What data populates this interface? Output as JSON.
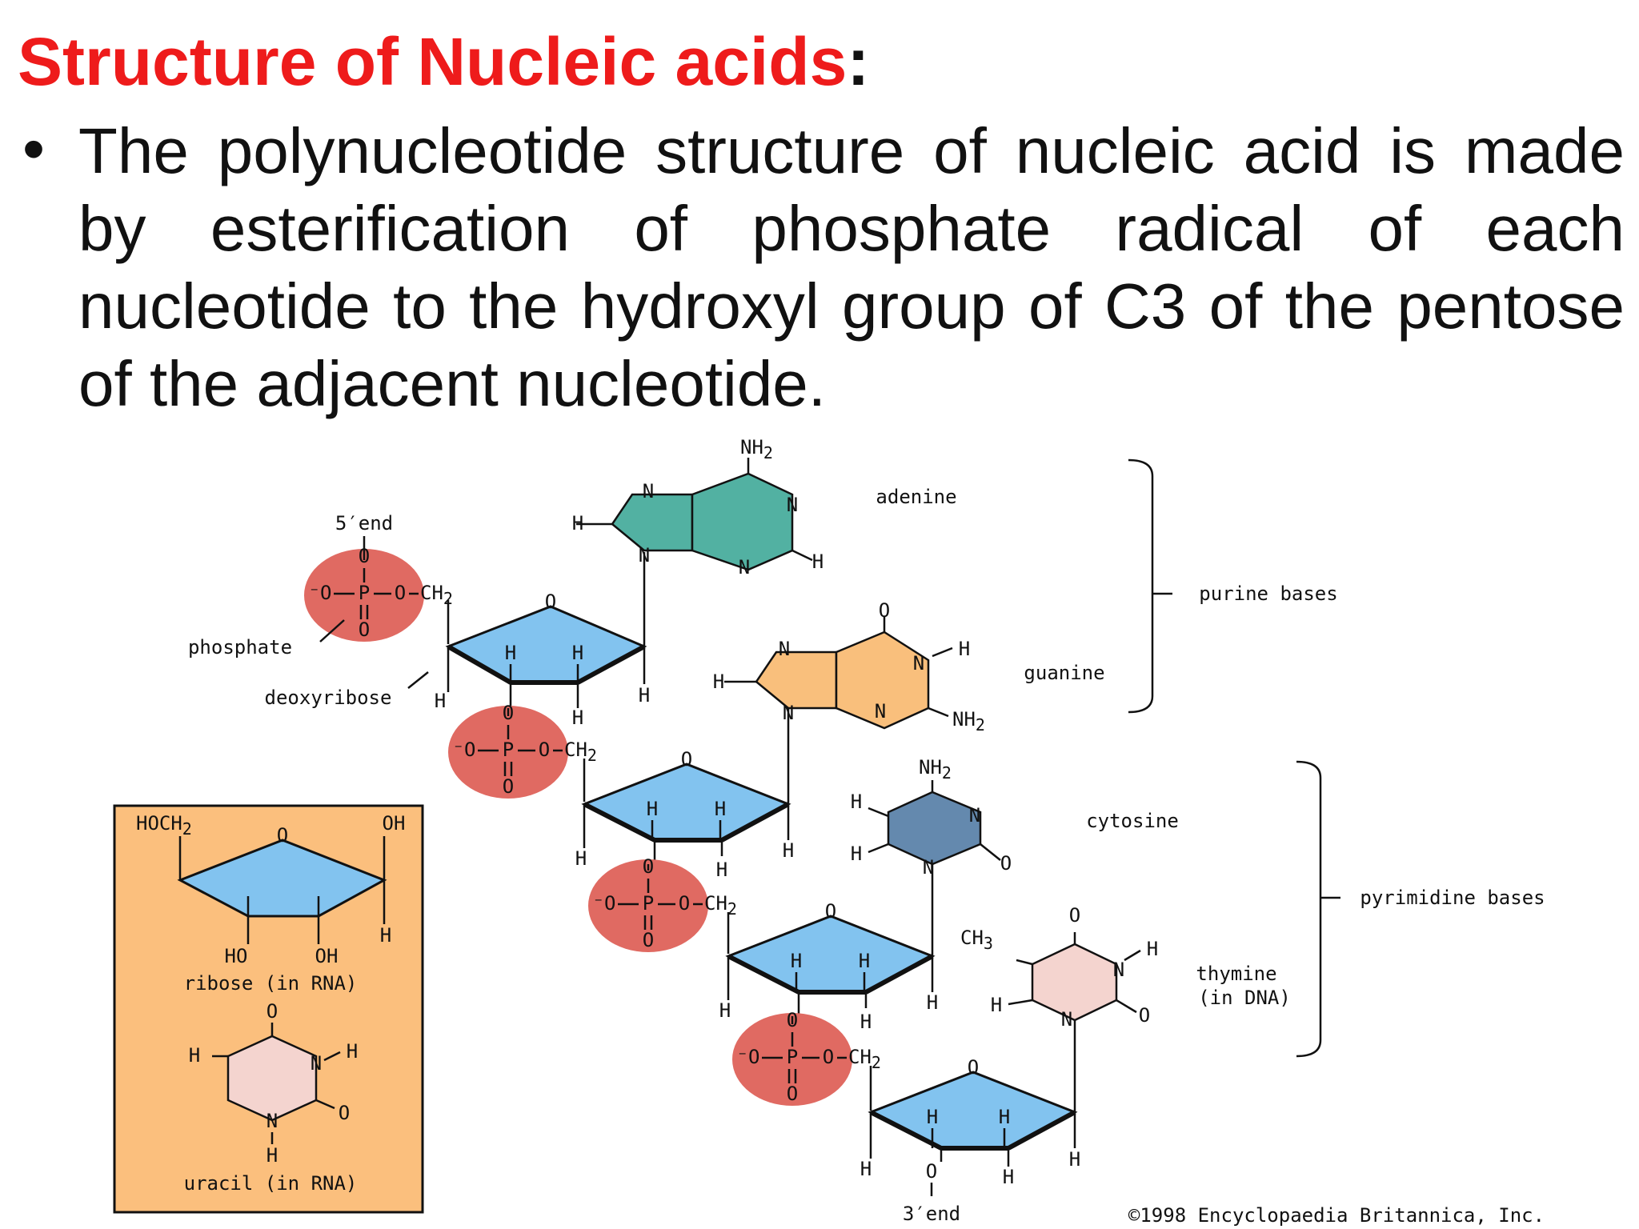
{
  "slide": {
    "title": "Structure of Nucleic acids",
    "title_colon": ":",
    "bullet": "The polynucleotide structure of nucleic acid is made by esterification of phosphate radical of each nucleotide to the hydroxyl group of C3 of the pentose of the adjacent nucleotide."
  },
  "diagram": {
    "labels": {
      "five_end": "5′end",
      "three_end": "3′end",
      "phosphate": "phosphate",
      "deoxyribose": "deoxyribose",
      "adenine": "adenine",
      "guanine": "guanine",
      "cytosine": "cytosine",
      "thymine": "thymine",
      "in_dna": "(in DNA)",
      "purine_bases": "purine bases",
      "pyrimidine_bases": "pyrimidine bases",
      "copyright": "©1998 Encyclopaedia Britannica, Inc."
    },
    "atoms": {
      "O": "O",
      "P": "P",
      "H": "H",
      "N": "N",
      "OH": "OH",
      "HO": "HO",
      "ch2": "CH2",
      "o_minus": "⁻O",
      "nh2": "NH2",
      "ch3": "CH3",
      "hoch2": "HOCH2"
    },
    "inset": {
      "ribose_label": "ribose (in RNA)",
      "uracil_label": "uracil (in RNA)"
    },
    "colors": {
      "phosphate": "#e06a62",
      "sugar": "#82c3ef",
      "adenine": "#52b1a2",
      "guanine": "#f9bf7c",
      "cytosine": "#6489ae",
      "thymine": "#f4d4cf",
      "inset_bg": "#fbbf7d",
      "title_red": "#ee1b1b"
    }
  }
}
